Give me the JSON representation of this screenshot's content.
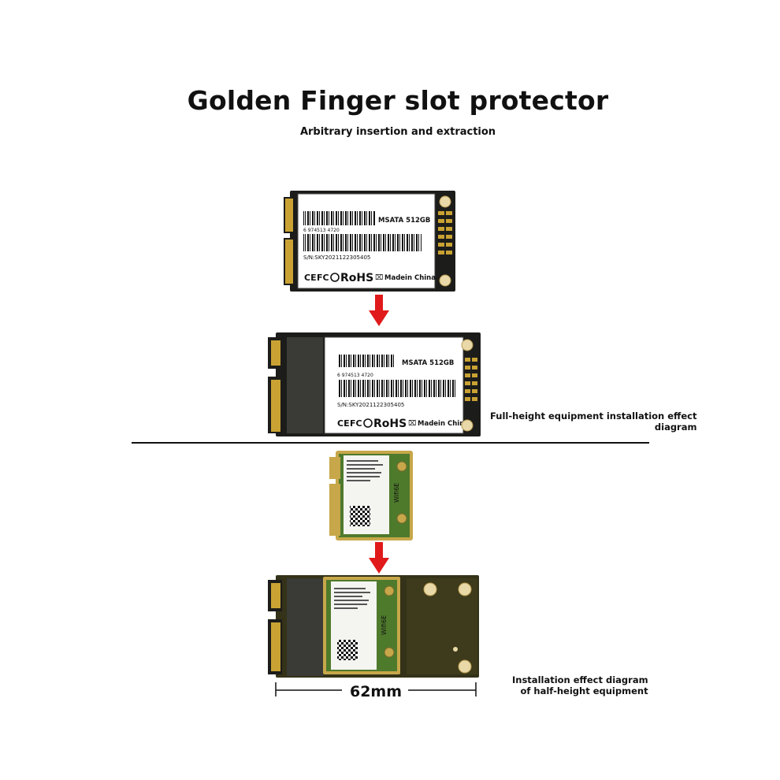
{
  "header": {
    "title": "Golden Finger slot protector",
    "subtitle": "Arbitrary insertion and extraction"
  },
  "msata": {
    "model": "MSATA  512GB",
    "barcode": "6 974513 4720",
    "serial": "S/N:SKY2021122305405",
    "rohs": "RoHS",
    "made_in": "Madein China",
    "cert_ce": "CE",
    "cert_fc": "FC"
  },
  "wifi": {
    "label": "Wifi6E"
  },
  "captions": {
    "full_line1": "Full-height equipment installation effect",
    "full_line2": "diagram",
    "half_line1": "Installation effect diagram",
    "half_line2": "of half-height equipment"
  },
  "dimension": {
    "label": "62mm"
  },
  "colors": {
    "pcb_dark": "#1c1c1a",
    "pcb_olive": "#343218",
    "gold": "#c9a233",
    "arrow": "#e01a1a",
    "wifi_green": "#4e7a2c"
  }
}
